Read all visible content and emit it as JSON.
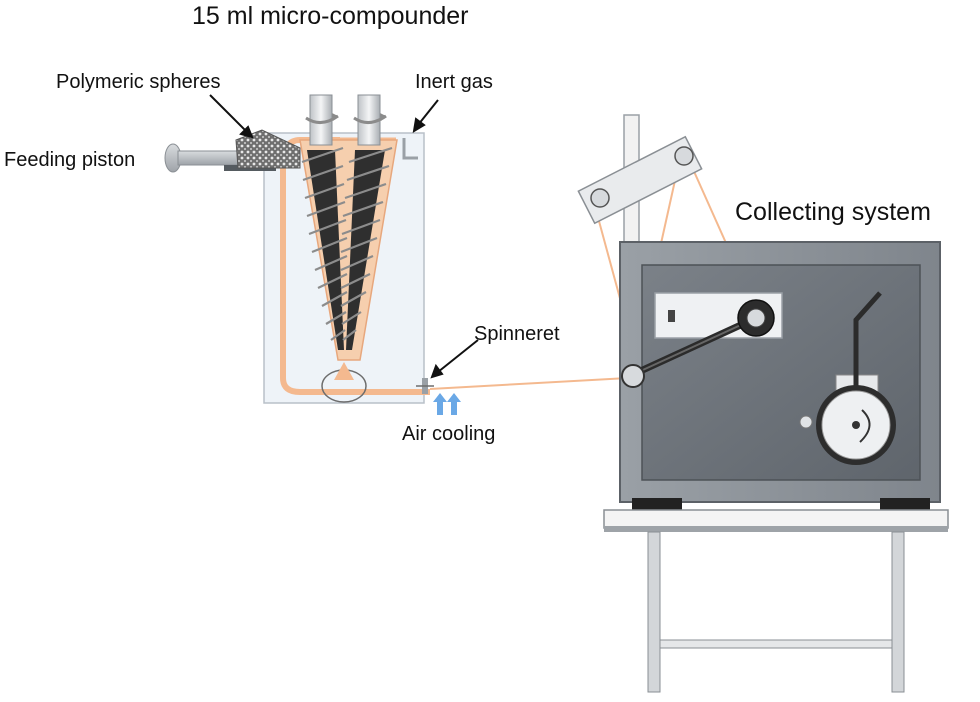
{
  "title": "15 ml micro-compounder",
  "labels": {
    "polymeric_spheres": "Polymeric spheres",
    "inert_gas": "Inert gas",
    "feeding_piston": "Feeding piston",
    "spinneret": "Spinneret",
    "air_cooling": "Air cooling",
    "collecting_system": "Collecting system"
  },
  "colors": {
    "fiber": "#f4b98f",
    "compounder_body": "#eef3f8",
    "machine_frame": "#8d9399",
    "panel": "#6e747b",
    "air_arrows": "#6aa8e6",
    "screw": "#3a3a3a"
  }
}
